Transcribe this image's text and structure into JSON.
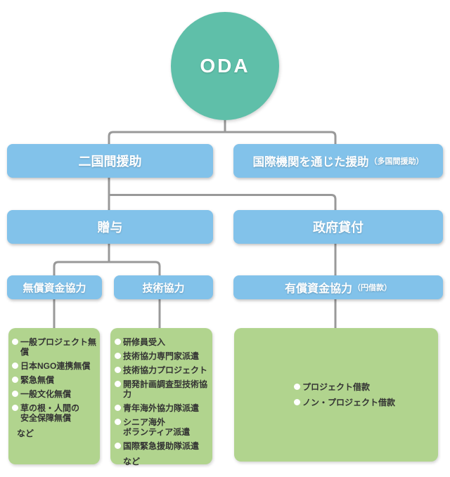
{
  "colors": {
    "circle": "#5fbfa9",
    "box_blue": "#82c2ea",
    "box_green": "#b1d48e",
    "connector": "#999999",
    "box_text": "#ffffff",
    "list_text": "#333333"
  },
  "root": {
    "label": "ODA"
  },
  "level1": {
    "bilateral": {
      "label": "二国間援助"
    },
    "multilateral": {
      "label": "国際機関を通じた援助",
      "note": "（多国間援助）"
    }
  },
  "level2": {
    "grants": {
      "label": "贈与"
    },
    "government_loans": {
      "label": "政府貸付"
    }
  },
  "level3": {
    "grant_aid": {
      "label": "無償資金協力"
    },
    "technical_cooperation": {
      "label": "技術協力"
    },
    "loan_aid": {
      "label": "有償資金協力",
      "note": "（円借款）"
    }
  },
  "level4": {
    "grant_aid": {
      "items": [
        "一般プロジェクト無償",
        "日本NGO連携無償",
        "緊急無償",
        "一般文化無償",
        "草の根・人間の\n安全保障無償"
      ],
      "etc": "など"
    },
    "technical_cooperation": {
      "items": [
        "研修員受入",
        "技術協力専門家派遣",
        "技術協力プロジェクト",
        "開発計画調査型技術協力",
        "青年海外協力隊派遣",
        "シニア海外\nボランティア派遣",
        "国際緊急援助隊派遣"
      ],
      "etc": "など"
    },
    "loan_aid": {
      "items": [
        "プロジェクト借款",
        "ノン・プロジェクト借款"
      ]
    }
  }
}
